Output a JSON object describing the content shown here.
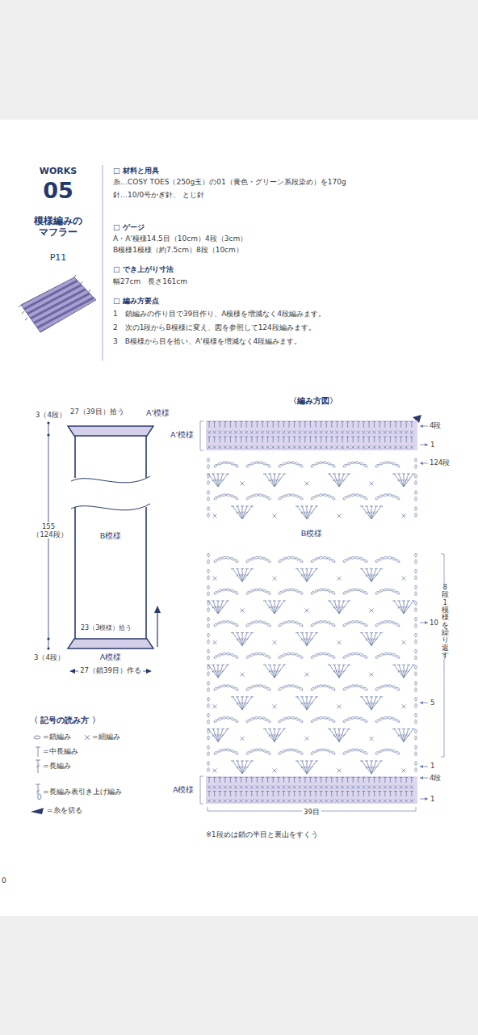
{
  "diagram": {
    "nodes": [
      {
        "text": [
          "A'模様"
        ]
      },
      {
        "text": [
          "B模様"
        ]
      },
      {
        "text": [
          "A模様"
        ]
      },
      {
        "text": [
          "A'模様"
        ]
      },
      {
        "text": [
          "A模様"
        ]
      }
    ],
    "labels": [
      "WORKS",
      "05",
      "模様編みの マフラー",
      "P11",
      "□ 材料と用具",
      "糸…COSY TOES（250g玉）の01（黄色・グリーン系段染め）を170g",
      "針…10/0号かぎ針、 とじ針",
      "□ ゲージ",
      "A・A'模様14.5目（10cm）4段（3cm）",
      "B模様1模様（約7.5cm）8段（10cm）",
      "□ でき上がり寸法",
      "幅27cm　長さ161cm",
      "□ 編み方要点",
      "1　鎖編みの作り目で39目作り、A模様を増減なく4段編みます。",
      "2　次の1段からB模様に変え、図を参照して124段編みます。",
      "3　B模様から目を拾い、A'模様を増減なく4段編みます。",
      "27（39目）拾う",
      "3（4段）",
      "155 （124段）",
      "23（3模様）拾う",
      "3（4段）",
      "27（鎖39目）作る",
      "〈編み方図〉",
      "4段",
      "1",
      "124段",
      "B模様",
      "8段1模様を繰り返す",
      "10",
      "5",
      "1",
      "4段",
      "1",
      "39目",
      "※1段めは鎖の半目と裏山をすくう",
      "〈 記号の読み方 〉",
      "0"
    ],
    "legend": [
      {
        "text": "=鎖編み"
      },
      {
        "text": "=細編み"
      },
      {
        "text": "=中長編み"
      },
      {
        "text": "=長編み"
      },
      {
        "text": "=長編み表引き上げ編み"
      },
      {
        "text": "=糸を切る"
      }
    ]
  }
}
